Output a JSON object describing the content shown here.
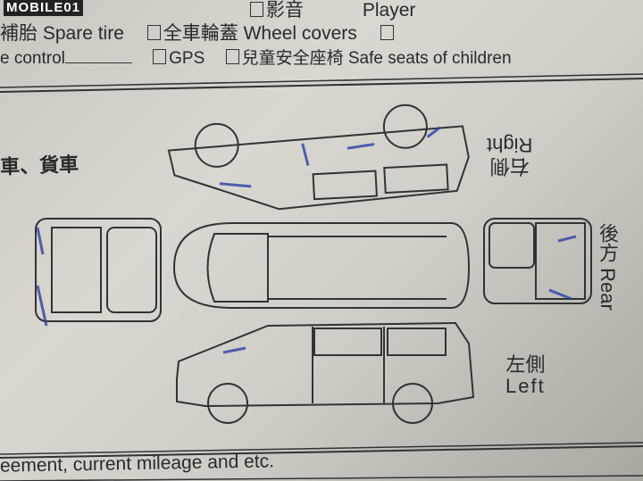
{
  "watermark": "MOBILE01",
  "header": {
    "row0": {
      "item1": "影音",
      "item2": "Player"
    },
    "row1": {
      "spare_tire": "補胎 Spare tire",
      "wheel_covers": "全車輪蓋 Wheel covers"
    },
    "row2": {
      "control": "e control",
      "gps": "GPS",
      "child_seats": "兒童安全座椅 Safe seats of children"
    }
  },
  "diagram": {
    "vehicle_type": "車、貨車",
    "right": {
      "zh": "右側",
      "en": "Right"
    },
    "rear": {
      "zh": "後方",
      "en": "Rear"
    },
    "left": {
      "zh": "左側",
      "en": "Left"
    }
  },
  "footer": {
    "text": "eement, current mileage and etc."
  }
}
